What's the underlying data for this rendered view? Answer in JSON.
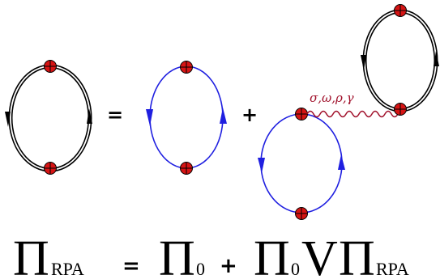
{
  "diagram": {
    "equals_symbol": "=",
    "plus_symbol": "+",
    "interaction_label": "σ,ω,ρ,γ",
    "colors": {
      "dressed_line": "#000000",
      "bare_line": "#1f1fe0",
      "vertex_fill": "#d61414",
      "interaction_line": "#a0102a"
    }
  },
  "equation": {
    "lhs_symbol": "Π",
    "lhs_subscript": "RPA",
    "eq": "=",
    "term1_symbol": "Π",
    "term1_subscript": "0",
    "plus": "+",
    "term2_symbol": "Π",
    "term2_subscript": "0",
    "interaction_symbol": "V",
    "term3_symbol": "Π",
    "term3_subscript": "RPA"
  }
}
